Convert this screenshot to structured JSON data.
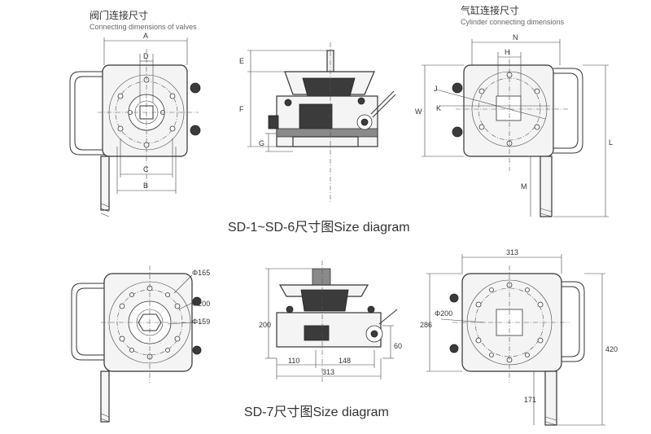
{
  "headers": {
    "valve_cn": "阀门连接尺寸",
    "valve_en": "Connecting dimensions of valves",
    "cylinder_cn": "气缸连接尺寸",
    "cylinder_en": "Cylinder connecting dimensions"
  },
  "captions": {
    "top": "SD-1~SD-6尺寸图Size diagram",
    "bottom": "SD-7尺寸图Size diagram"
  },
  "letters": {
    "a": "A",
    "b": "B",
    "c": "C",
    "d": "D",
    "e": "E",
    "f": "F",
    "g": "G",
    "n": "N",
    "h": "H",
    "j": "J",
    "k": "K",
    "w": "W",
    "l": "L",
    "m": "M"
  },
  "sd7": {
    "d165": "Φ165",
    "d200": "Φ200",
    "d159": "Φ159",
    "h200": "200",
    "h60": "60",
    "w110": "110",
    "w148": "148",
    "w313": "313",
    "top313": "313",
    "h286": "286",
    "h420": "420",
    "h171": "171",
    "r_d200": "Φ200"
  },
  "colors": {
    "line": "#333333",
    "dark_fill": "#3b3b3b",
    "body_fill": "#f4f4f4"
  }
}
